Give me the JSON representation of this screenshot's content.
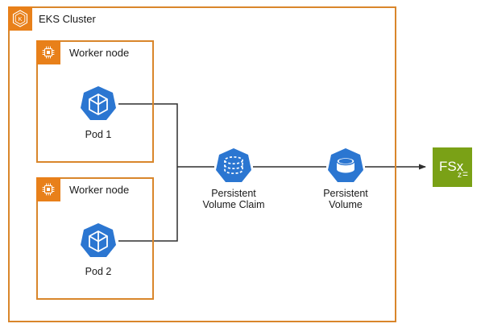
{
  "diagram": {
    "title_text": "EKS Cluster",
    "colors": {
      "group_border_orange": "#D9862B",
      "group_icon_orange": "#E8801A",
      "kubernetes_blue": "#2B76D1",
      "fsx_green": "#7AA116",
      "connector_gray": "#4D4D4D",
      "text_dark": "#1A1A1A",
      "background": "#FFFFFF"
    }
  },
  "eks_cluster": {
    "label": "EKS Cluster",
    "icon_name": "eks-cluster-icon"
  },
  "worker_nodes": [
    {
      "label": "Worker node",
      "icon_name": "worker-node-icon",
      "pod": {
        "label": "Pod 1",
        "icon_name": "kubernetes-pod-icon"
      }
    },
    {
      "label": "Worker node",
      "icon_name": "worker-node-icon",
      "pod": {
        "label": "Pod 2",
        "icon_name": "kubernetes-pod-icon"
      }
    }
  ],
  "storage": {
    "persistent_volume_claim": {
      "label": "Persistent\nVolume Claim",
      "icon_name": "persistent-volume-claim-icon"
    },
    "persistent_volume": {
      "label": "Persistent\nVolume",
      "icon_name": "persistent-volume-icon"
    },
    "fsx": {
      "label": "FSx",
      "sublabel": "z",
      "icon_name": "amazon-fsx-icon"
    }
  },
  "connections": [
    {
      "from": "Pod 1",
      "to": "Persistent Volume Claim",
      "arrow": false
    },
    {
      "from": "Pod 2",
      "to": "Persistent Volume Claim",
      "arrow": false
    },
    {
      "from": "Persistent Volume Claim",
      "to": "Persistent Volume",
      "arrow": false
    },
    {
      "from": "Persistent Volume",
      "to": "FSx",
      "arrow": true
    }
  ]
}
